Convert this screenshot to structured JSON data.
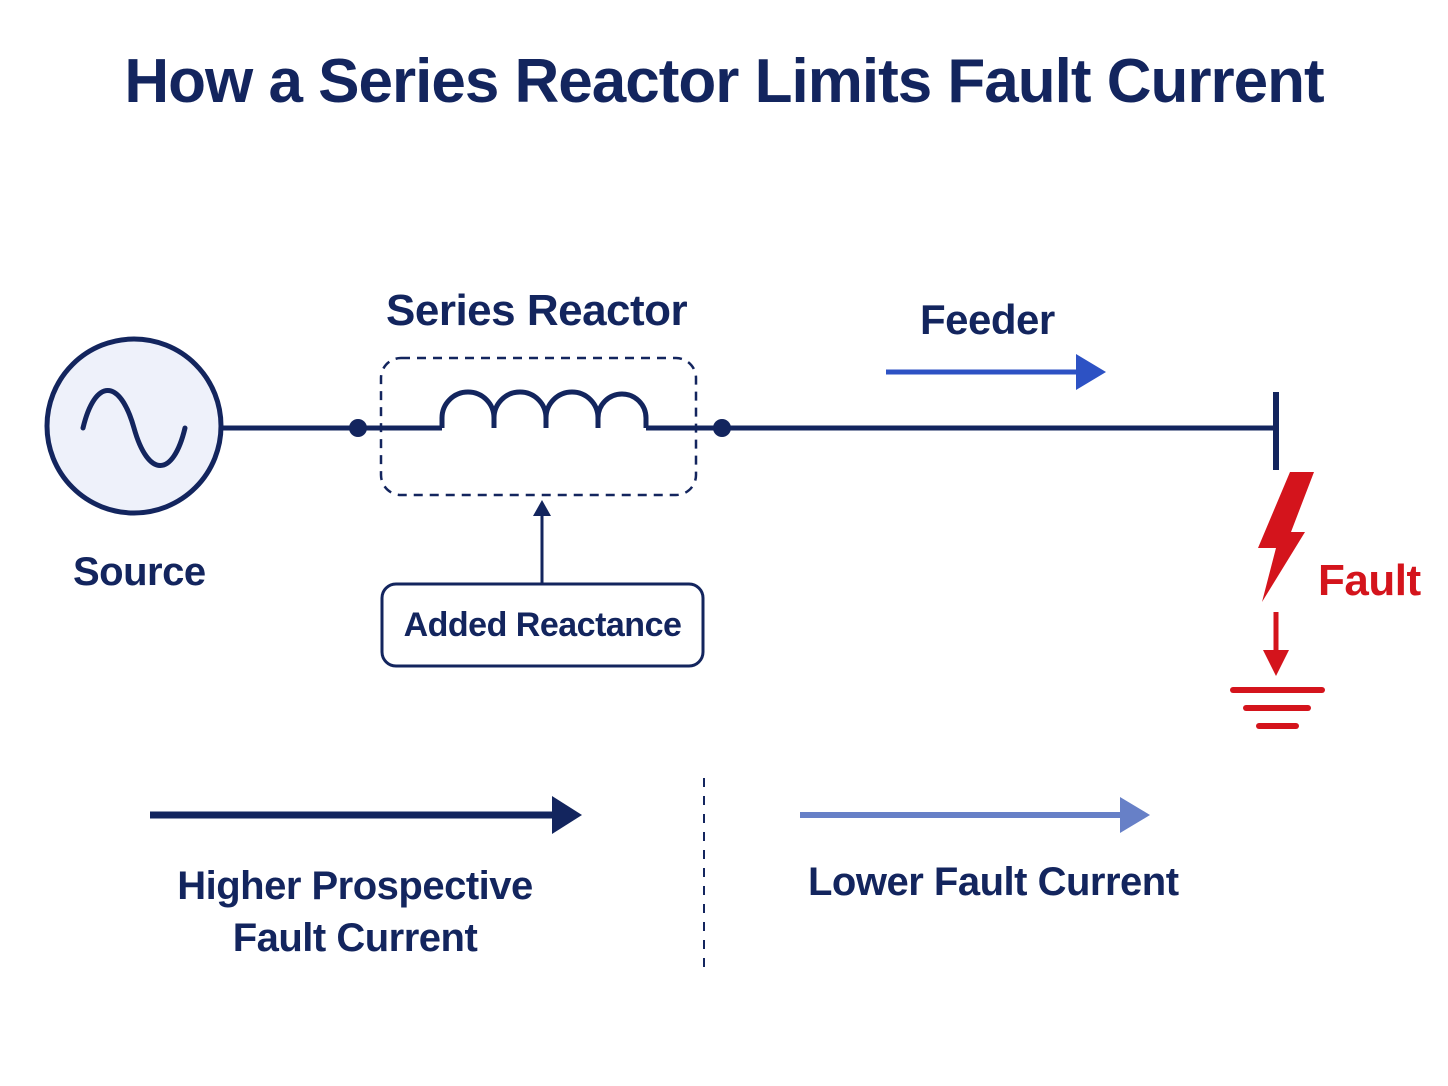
{
  "title": "How a Series Reactor Limits Fault Current",
  "labels": {
    "series_reactor": "Series Reactor",
    "feeder": "Feeder",
    "source": "Source",
    "added_reactance": "Added Reactance",
    "fault": "Fault",
    "higher_line1": "Higher Prospective",
    "higher_line2": "Fault Current",
    "lower": "Lower Fault Current"
  },
  "colors": {
    "navy": "#13255e",
    "blue": "#2d52c4",
    "light_blue": "#6780c7",
    "red": "#d4141c",
    "source_fill": "#eef1fa"
  },
  "icons": {
    "source": "ac-source-icon",
    "reactor": "inductor-coil-icon",
    "fault": "lightning-bolt-icon",
    "ground": "ground-icon"
  }
}
